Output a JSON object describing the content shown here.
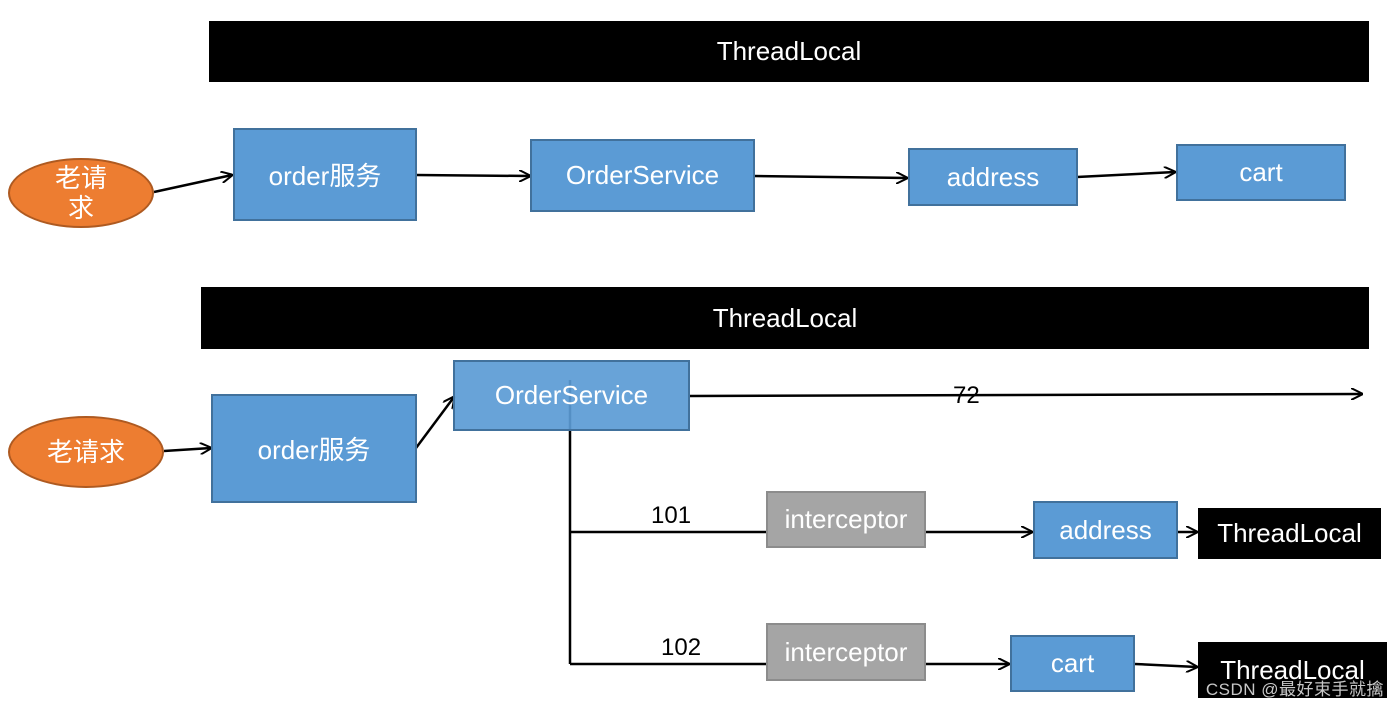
{
  "top": {
    "banner": "ThreadLocal",
    "request": "老请求",
    "order_service_box": "order服务",
    "order_service": "OrderService",
    "address": "address",
    "cart": "cart"
  },
  "bottom": {
    "banner": "ThreadLocal",
    "request": "老请求",
    "order_service_box": "order服务",
    "order_service": "OrderService",
    "thread_main": "72",
    "thread_a": "101",
    "thread_b": "102",
    "interceptor_a": "interceptor",
    "interceptor_b": "interceptor",
    "address": "address",
    "cart": "cart",
    "threadlocal_a": "ThreadLocal",
    "threadlocal_b": "ThreadLocal"
  },
  "watermark": "CSDN @最好束手就擒",
  "colors": {
    "box_fill": "#5b9bd5",
    "box_border": "#41719c",
    "oval_fill": "#ed7d31",
    "gray_fill": "#a5a5a5",
    "banner": "#000000"
  }
}
